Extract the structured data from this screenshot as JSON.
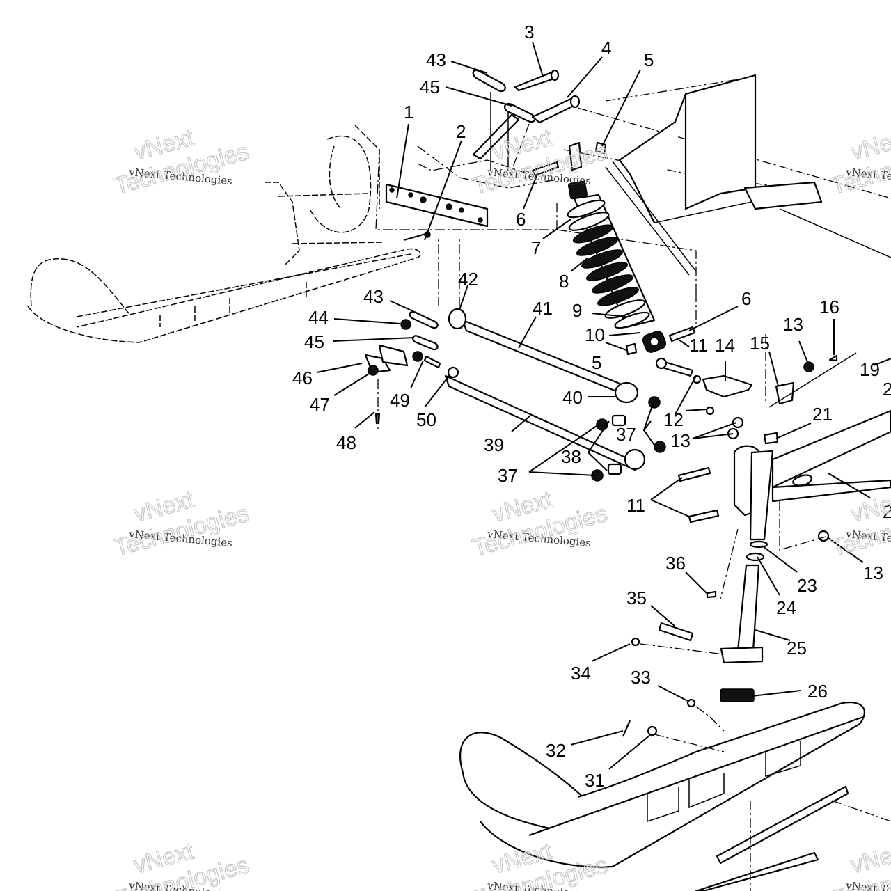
{
  "diagram": {
    "type": "exploded-parts-diagram",
    "subject": "front suspension and ski assembly",
    "watermark": {
      "small": "vNext Technologies",
      "big_top": "vNext",
      "big_bottom": "Technologies"
    },
    "callouts": [
      {
        "id": "1",
        "label": "1"
      },
      {
        "id": "2",
        "label": "2"
      },
      {
        "id": "3",
        "label": "3"
      },
      {
        "id": "4",
        "label": "4"
      },
      {
        "id": "5a",
        "label": "5"
      },
      {
        "id": "43a",
        "label": "43"
      },
      {
        "id": "45a",
        "label": "45"
      },
      {
        "id": "6a",
        "label": "6"
      },
      {
        "id": "7",
        "label": "7"
      },
      {
        "id": "8",
        "label": "8"
      },
      {
        "id": "9",
        "label": "9"
      },
      {
        "id": "10",
        "label": "10"
      },
      {
        "id": "5b",
        "label": "5"
      },
      {
        "id": "6b",
        "label": "6"
      },
      {
        "id": "11a",
        "label": "11"
      },
      {
        "id": "14",
        "label": "14"
      },
      {
        "id": "15",
        "label": "15"
      },
      {
        "id": "13a",
        "label": "13"
      },
      {
        "id": "16",
        "label": "16"
      },
      {
        "id": "19",
        "label": "19"
      },
      {
        "id": "20",
        "label": "2"
      },
      {
        "id": "12",
        "label": "12"
      },
      {
        "id": "13b",
        "label": "13"
      },
      {
        "id": "21",
        "label": "21"
      },
      {
        "id": "22",
        "label": "2"
      },
      {
        "id": "11b",
        "label": "11"
      },
      {
        "id": "13c",
        "label": "13"
      },
      {
        "id": "23",
        "label": "23"
      },
      {
        "id": "24",
        "label": "24"
      },
      {
        "id": "25",
        "label": "25"
      },
      {
        "id": "36",
        "label": "36"
      },
      {
        "id": "35",
        "label": "35"
      },
      {
        "id": "34",
        "label": "34"
      },
      {
        "id": "33",
        "label": "33"
      },
      {
        "id": "26",
        "label": "26"
      },
      {
        "id": "32",
        "label": "32"
      },
      {
        "id": "31",
        "label": "31"
      },
      {
        "id": "42",
        "label": "42"
      },
      {
        "id": "43b",
        "label": "43"
      },
      {
        "id": "41",
        "label": "41"
      },
      {
        "id": "44",
        "label": "44"
      },
      {
        "id": "45b",
        "label": "45"
      },
      {
        "id": "46",
        "label": "46"
      },
      {
        "id": "47",
        "label": "47"
      },
      {
        "id": "49",
        "label": "49"
      },
      {
        "id": "50",
        "label": "50"
      },
      {
        "id": "48",
        "label": "48"
      },
      {
        "id": "40",
        "label": "40"
      },
      {
        "id": "39",
        "label": "39"
      },
      {
        "id": "37a",
        "label": "37"
      },
      {
        "id": "38",
        "label": "38"
      },
      {
        "id": "37b",
        "label": "37"
      }
    ]
  }
}
